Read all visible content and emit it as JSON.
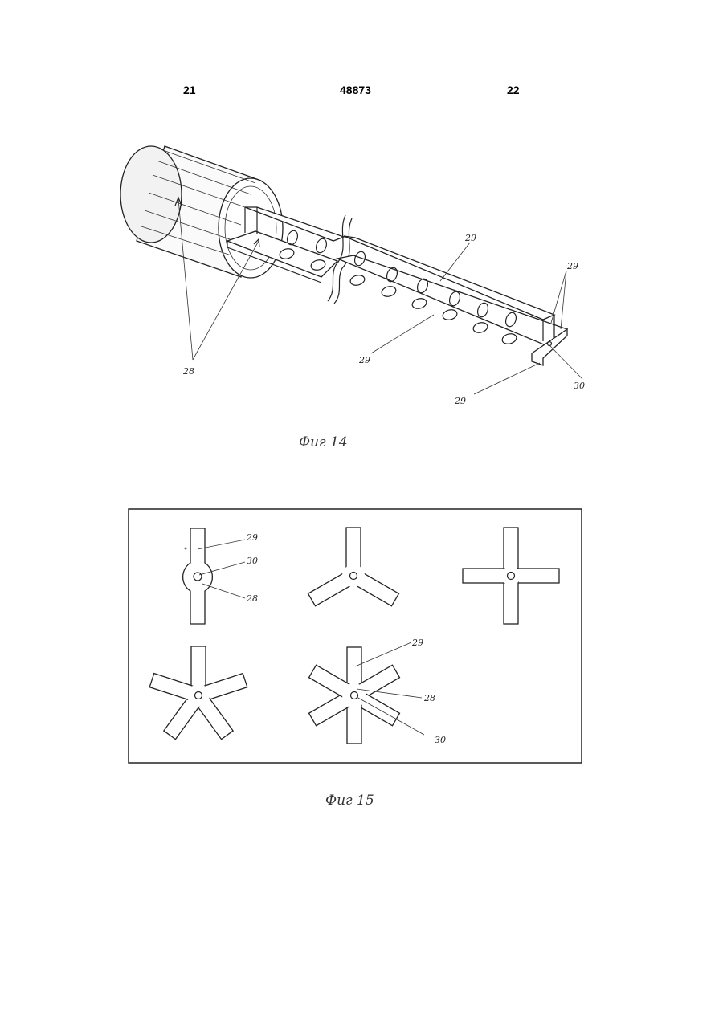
{
  "header": {
    "page_left": "21",
    "doc_number": "48873",
    "page_right": "22"
  },
  "fig14": {
    "caption": "Фиг 14",
    "labels": {
      "l28": "28",
      "l29_top": "29",
      "l29_right": "29",
      "l29_mid": "29",
      "l29_bottom": "29",
      "l30": "30"
    }
  },
  "fig15": {
    "caption": "Фиг 15",
    "labels": {
      "a29": "29",
      "a30": "30",
      "a28": "28",
      "b29": "29",
      "b28": "28",
      "b30": "30"
    }
  }
}
